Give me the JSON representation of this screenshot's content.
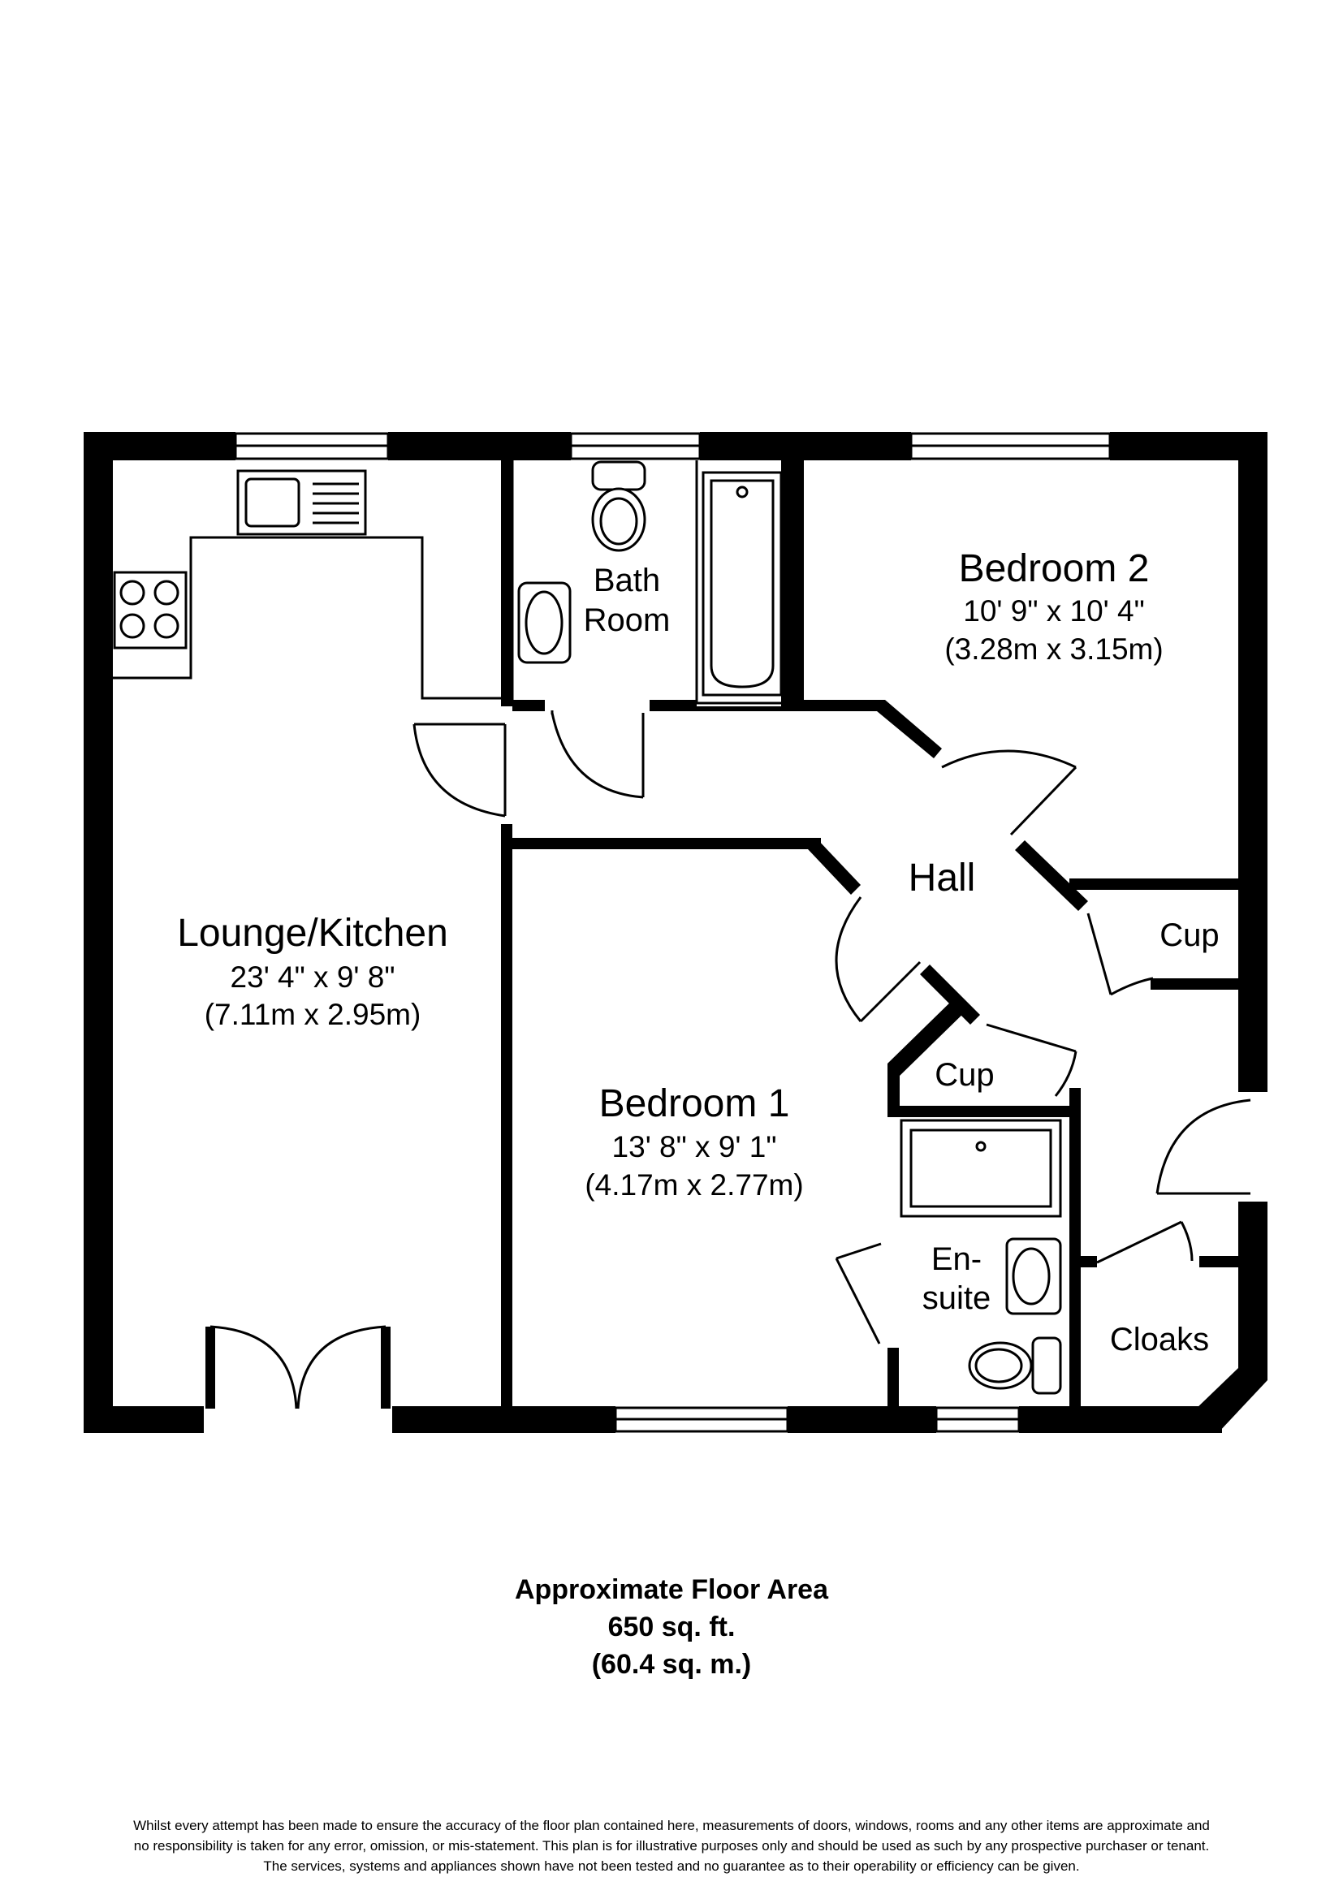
{
  "rooms": {
    "lounge_kitchen": {
      "name": "Lounge/Kitchen",
      "dim_imperial": "23' 4\" x 9' 8\"",
      "dim_metric": "(7.11m x 2.95m)"
    },
    "bath_room": {
      "name_line1": "Bath",
      "name_line2": "Room"
    },
    "bedroom_2": {
      "name": "Bedroom 2",
      "dim_imperial": "10' 9\" x 10' 4\"",
      "dim_metric": "(3.28m x 3.15m)"
    },
    "hall": {
      "name": "Hall"
    },
    "cup_1": {
      "name": "Cup"
    },
    "cup_2": {
      "name": "Cup"
    },
    "bedroom_1": {
      "name": "Bedroom 1",
      "dim_imperial": "13' 8\" x 9' 1\"",
      "dim_metric": "(4.17m x 2.77m)"
    },
    "ensuite": {
      "name_line1": "En-",
      "name_line2": "suite"
    },
    "cloaks": {
      "name": "Cloaks"
    }
  },
  "floor_area": {
    "heading": "Approximate Floor Area",
    "sq_ft": "650 sq. ft.",
    "sq_m": "(60.4 sq. m.)"
  },
  "disclaimer": {
    "line1": "Whilst every attempt has been made to ensure the accuracy of the floor plan contained here, measurements of doors, windows, rooms and any other items are approximate and",
    "line2": "no responsibility is taken for any error, omission, or mis-statement. This plan is for illustrative purposes only and should be used as such by any prospective purchaser or tenant.",
    "line3": "The services, systems and appliances shown have not been tested and no guarantee as to their operability or efficiency can be given."
  }
}
